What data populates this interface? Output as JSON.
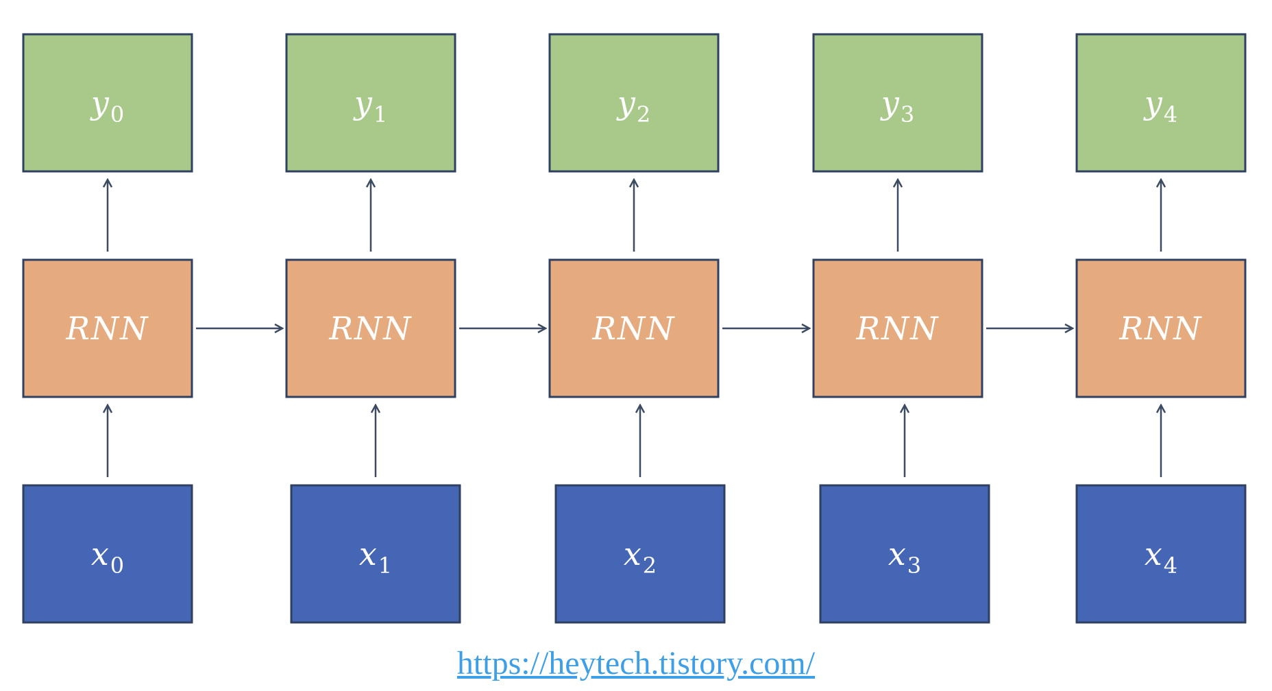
{
  "colors": {
    "output": "#A9C98A",
    "rnn": "#E5AB7E",
    "input": "#4565B5",
    "border": "#2F4060",
    "arrow": "#3C4A63",
    "link": "#3F9FE6"
  },
  "outputs": [
    {
      "base": "y",
      "sub": "0"
    },
    {
      "base": "y",
      "sub": "1"
    },
    {
      "base": "y",
      "sub": "2"
    },
    {
      "base": "y",
      "sub": "3"
    },
    {
      "base": "y",
      "sub": "4"
    }
  ],
  "rnn_cells": [
    {
      "label": "RNN"
    },
    {
      "label": "RNN"
    },
    {
      "label": "RNN"
    },
    {
      "label": "RNN"
    },
    {
      "label": "RNN"
    }
  ],
  "inputs": [
    {
      "base": "x",
      "sub": "0"
    },
    {
      "base": "x",
      "sub": "1"
    },
    {
      "base": "x",
      "sub": "2"
    },
    {
      "base": "x",
      "sub": "3"
    },
    {
      "base": "x",
      "sub": "4"
    }
  ],
  "source_link": "https://heytech.tistory.com/"
}
